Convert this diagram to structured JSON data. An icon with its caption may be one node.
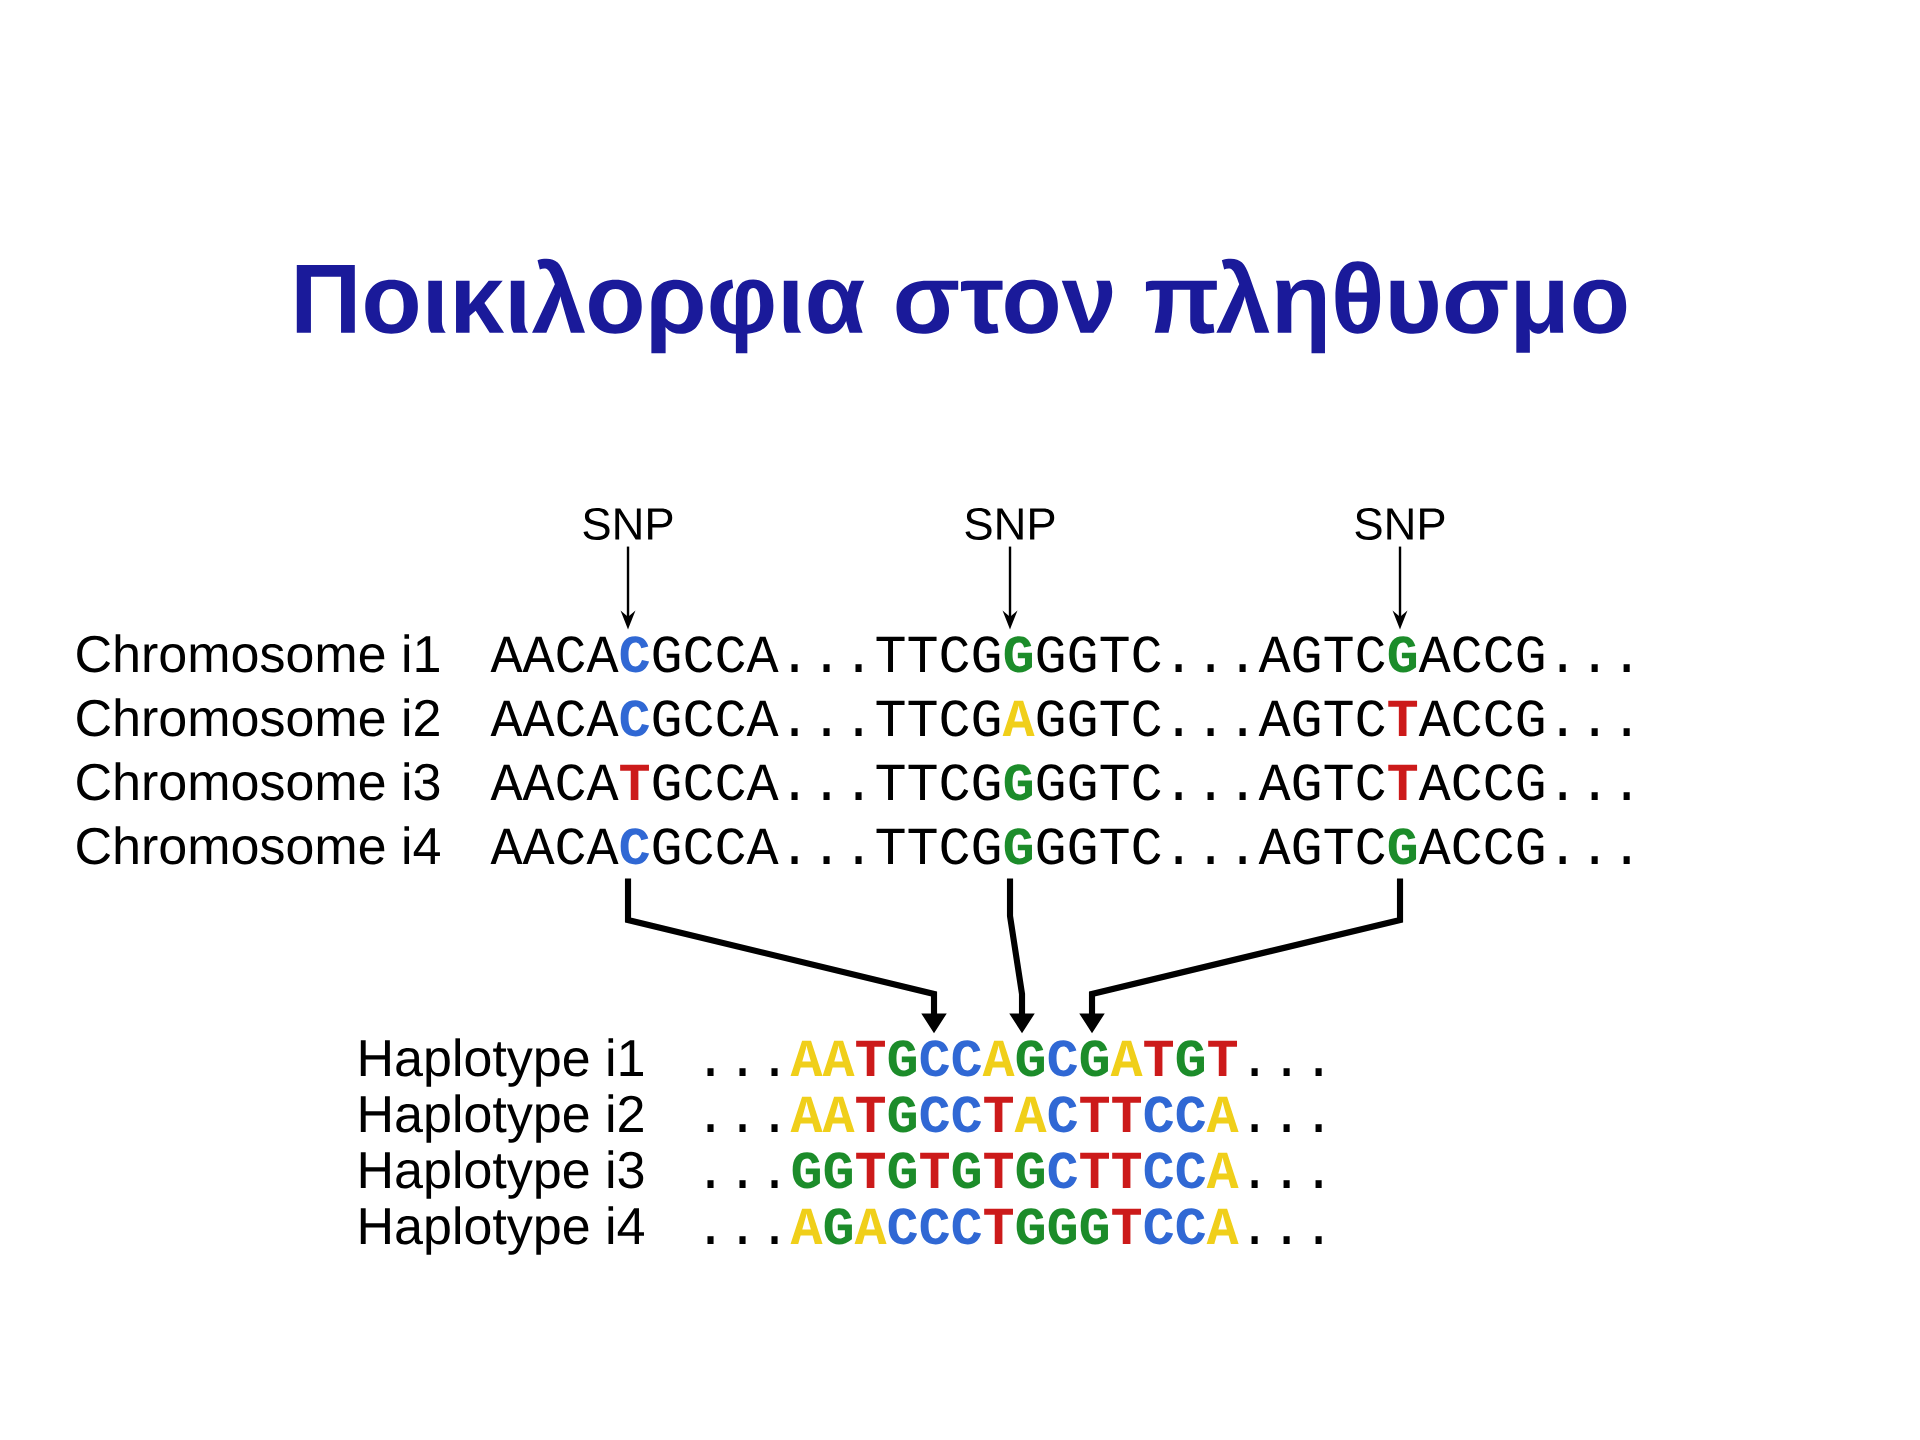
{
  "diagram": {
    "title": "Ποικιλορφια στον πληθυσμο",
    "nodes": [
      {
        "text": [
          "SNP"
        ]
      },
      {
        "text": [
          "SNP"
        ]
      },
      {
        "text": [
          "SNP"
        ]
      },
      {
        "text": [
          "Chromosome i1",
          "AACA**C**GCCA...TTCG**G**GGTC...AGTC**G**ACCG..."
        ]
      },
      {
        "text": [
          "Chromosome i2",
          "AACA**C**GCCA...TTCG**A**GGTC...AGTC**T**ACCG..."
        ]
      },
      {
        "text": [
          "Chromosome i3",
          "AACA**T**GCCA...TTCG**G**GGTC...AGTC**T**ACCG..."
        ]
      },
      {
        "text": [
          "Chromosome i4",
          "AACA**C**GCCA...TTCG**G**GGTC...AGTC**G**ACCG..."
        ]
      },
      {
        "text": [
          "Haplotype i1",
          "...**AATGCCAGCGATGT**..."
        ]
      },
      {
        "text": [
          "Haplotype i2",
          "...**AATGCCTACTTCCA**..."
        ]
      },
      {
        "text": [
          "Haplotype i3",
          "...**GGTGTGTGCTTCCA**..."
        ]
      },
      {
        "text": [
          "Haplotype i4",
          "...**AGACCCTGGGTCCA**..."
        ]
      }
    ],
    "edges": [
      {
        "from": 0,
        "to": 3,
        "arrow": "to"
      },
      {
        "from": 1,
        "to": 3,
        "arrow": "to"
      },
      {
        "from": 2,
        "to": 3,
        "arrow": "to"
      },
      {
        "from": 6,
        "to": 7,
        "arrow": "to",
        "style": "thick"
      },
      {
        "from": 6,
        "to": 7,
        "arrow": "to",
        "style": "thick"
      },
      {
        "from": 6,
        "to": 7,
        "arrow": "to",
        "style": "thick"
      }
    ]
  }
}
